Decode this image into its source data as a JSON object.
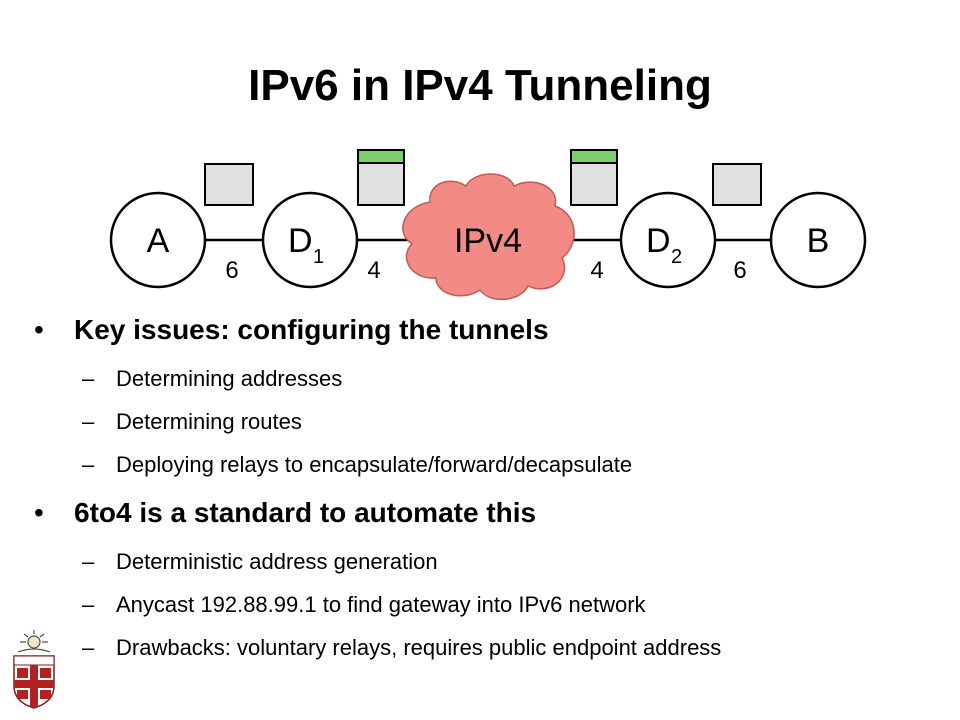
{
  "slide": {
    "title": "IPv6 in IPv4 Tunneling"
  },
  "diagram": {
    "nodes": {
      "a": "A",
      "d1": "D",
      "d1_sub": "1",
      "cloud": "IPv4",
      "d2": "D",
      "d2_sub": "2",
      "b": "B"
    },
    "links": {
      "a_d1": "6",
      "d1_cloud": "4",
      "cloud_d2": "4",
      "d2_b": "6"
    },
    "colors": {
      "cloud_fill": "#f28b85",
      "header_stripe": "#7ccf6b",
      "packet_fill": "#e0e0e0"
    }
  },
  "bullets": [
    {
      "text": "Key issues: configuring the tunnels",
      "sub": [
        "Determining addresses",
        "Determining routes",
        "Deploying relays to encapsulate/forward/decapsulate"
      ]
    },
    {
      "text": "6to4 is a standard to automate this",
      "sub": [
        "Deterministic address generation",
        "Anycast 192.88.99.1 to find gateway into IPv6 network",
        "Drawbacks: voluntary relays, requires public endpoint address"
      ]
    }
  ],
  "symbols": {
    "bullet": "•",
    "dash": "–"
  }
}
